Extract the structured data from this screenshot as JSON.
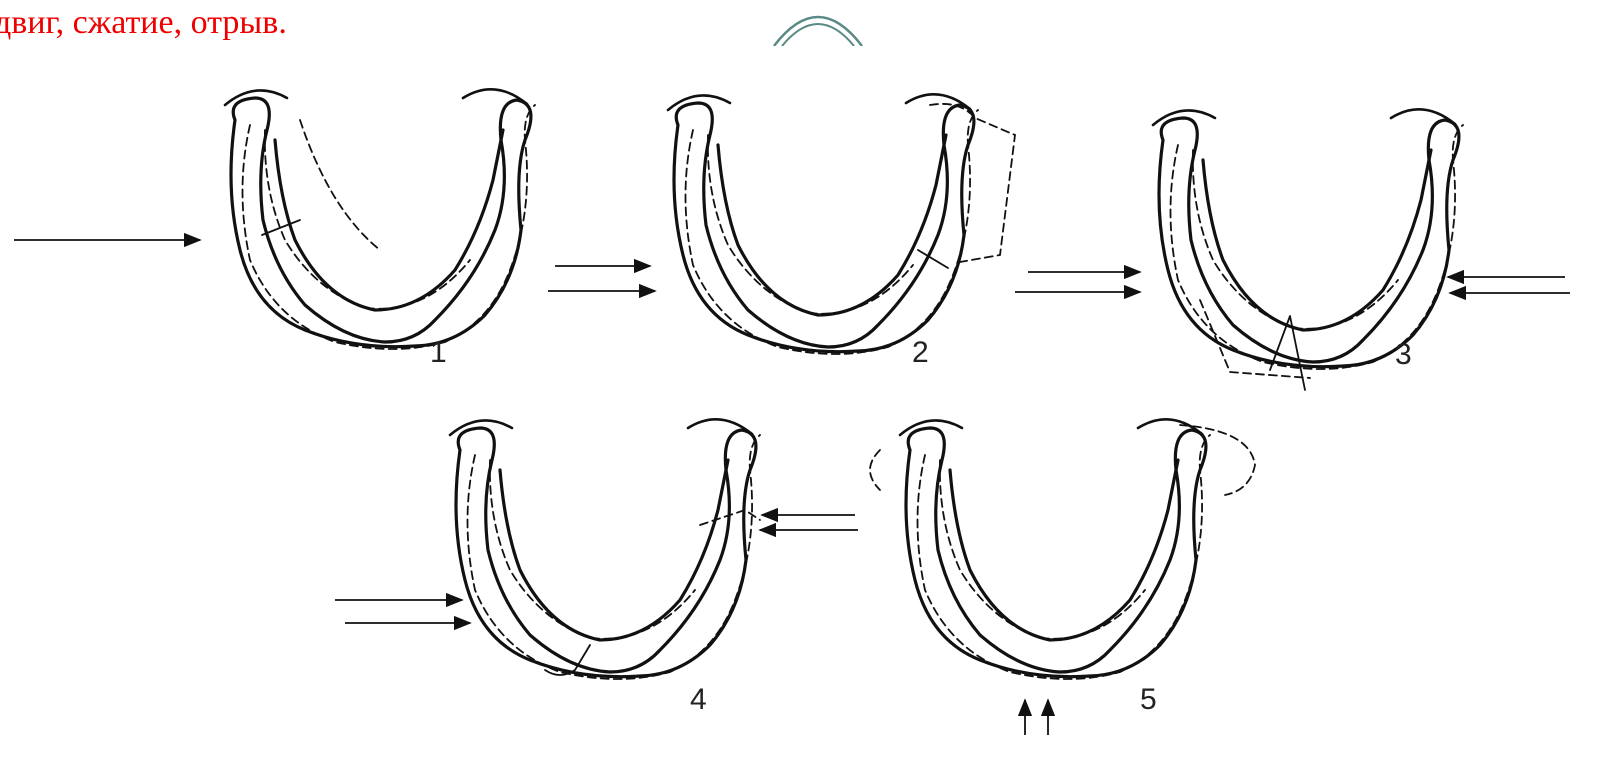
{
  "slide": {
    "title": "двиг, сжатие, отрыв.",
    "title_color": "#ee0000",
    "ornament_color": "#5a8a86"
  },
  "figures": [
    {
      "label": "1"
    },
    {
      "label": "2"
    },
    {
      "label": "3"
    },
    {
      "label": "4"
    },
    {
      "label": "5"
    }
  ]
}
